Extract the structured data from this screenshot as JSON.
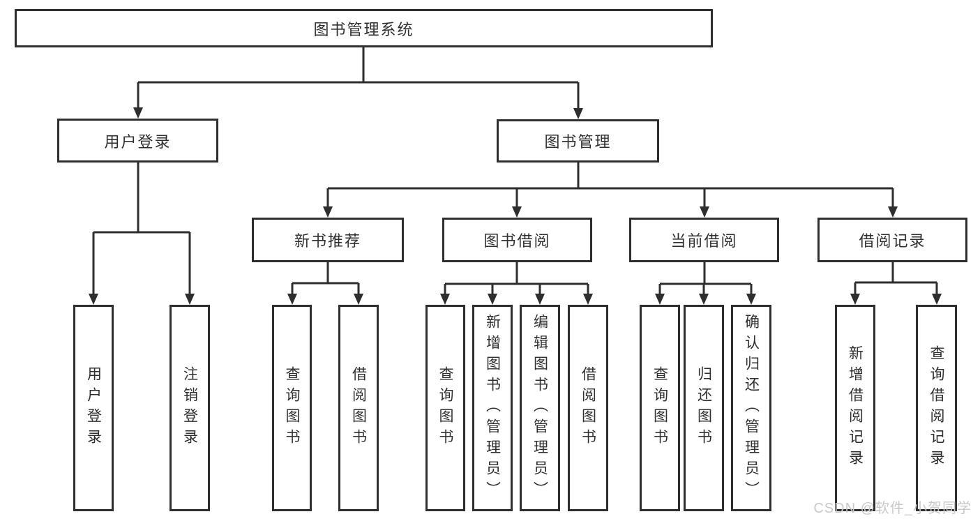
{
  "title": "图书管理系统",
  "watermark": "CSDN @软件_小贺同学",
  "colors": {
    "line": "#2e2e2e",
    "text": "#2f2f2f",
    "watermark": "#c9c9c9",
    "background": "#ffffff"
  },
  "tree": {
    "root": {
      "label": "图书管理系统"
    },
    "branches": [
      {
        "label": "用户登录",
        "children": [
          {
            "label": "用户登录"
          },
          {
            "label": "注销登录"
          }
        ]
      },
      {
        "label": "图书管理",
        "children": [
          {
            "label": "新书推荐",
            "children": [
              {
                "label": "查询图书"
              },
              {
                "label": "借阅图书"
              }
            ]
          },
          {
            "label": "图书借阅",
            "children": [
              {
                "label": "查询图书"
              },
              {
                "label": "新增图书（管理员）"
              },
              {
                "label": "编辑图书（管理员）"
              },
              {
                "label": "借阅图书"
              }
            ]
          },
          {
            "label": "当前借阅",
            "children": [
              {
                "label": "查询图书"
              },
              {
                "label": "归还图书"
              },
              {
                "label": "确认归还（管理员）"
              }
            ]
          },
          {
            "label": "借阅记录",
            "children": [
              {
                "label": "新增借阅记录"
              },
              {
                "label": "查询借阅记录"
              }
            ]
          }
        ]
      }
    ]
  }
}
